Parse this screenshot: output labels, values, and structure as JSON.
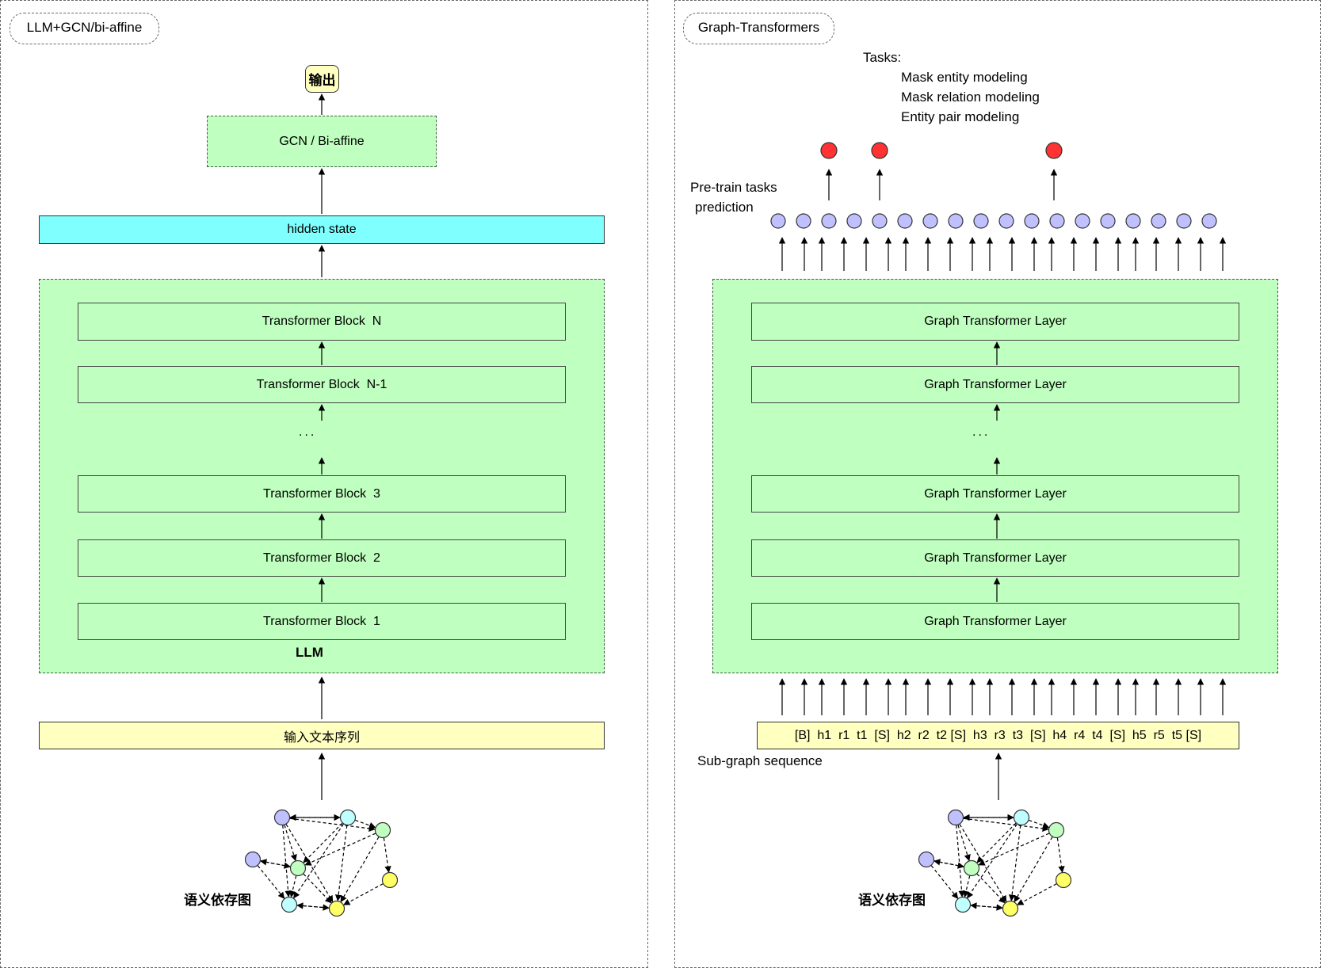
{
  "left": {
    "tag": "LLM+GCN/bi-affine",
    "output_label": "输出",
    "gcn_label": "GCN / Bi-affine",
    "hidden_label": "hidden state",
    "blocks": [
      "Transformer Block  N",
      "Transformer Block  N-1",
      "Transformer Block  3",
      "Transformer Block  2",
      "Transformer Block  1"
    ],
    "ellipsis": "...",
    "container_label": "LLM",
    "input_label": "输入文本序列",
    "graph_label": "语义依存图"
  },
  "right": {
    "tag": "Graph-Transformers",
    "tasks_title": "Tasks:",
    "tasks": [
      "Mask entity modeling",
      "Mask relation modeling",
      "Entity pair modeling"
    ],
    "pretrain_label_1": "Pre-train tasks",
    "pretrain_label_2": "prediction",
    "layers": [
      "Graph Transformer Layer",
      "Graph Transformer Layer",
      "Graph Transformer Layer",
      "Graph Transformer Layer",
      "Graph Transformer Layer"
    ],
    "ellipsis": "...",
    "sequence": "[B]  h1  r1  t1  [S]  h2  r2  t2 [S]  h3  r3  t3  [S]  h4  r4  t4  [S]  h5  r5  t5 [S]",
    "sequence_label": "Sub-graph sequence",
    "graph_label": "语义依存图"
  },
  "colors": {
    "green_fill": "#bfffbf",
    "cyan_fill": "#80ffff",
    "yellow_fill": "#ffffc0",
    "token_fill": "#c0c0ff",
    "output_node_fill": "#ff3333",
    "node_purple": "#c0c0ff",
    "node_cyan": "#c0ffff",
    "node_green": "#c0ffc0",
    "node_yellow": "#ffff66"
  }
}
